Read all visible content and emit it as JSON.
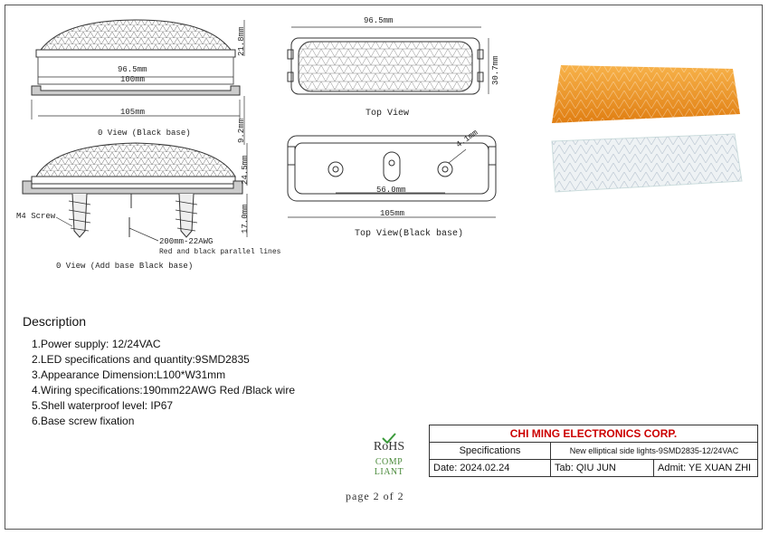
{
  "drawings": {
    "side_top": {
      "w_inner": "96.5mm",
      "w_mid": "100mm",
      "w_outer": "105mm",
      "h_top": "21.8mm",
      "h_base": "9.2mm",
      "caption": "0 View (Black base)"
    },
    "top_view": {
      "w": "96.5mm",
      "h": "30.7mm",
      "caption": "Top View"
    },
    "side_bottom": {
      "h_top": "24.5mm",
      "h_screw": "17.0mm",
      "screw": "M4 Screw",
      "wire": "200mm-22AWG",
      "wire_note": "Red and black parallel lines",
      "caption": "0 View (Add base Black base)"
    },
    "top_view_base": {
      "hole": "4.1mm",
      "spacing": "56.0mm",
      "w": "105mm",
      "caption": "Top View(Black base)"
    }
  },
  "description": {
    "title": "Description",
    "items": [
      "1.Power supply: 12/24VAC",
      "2.LED specifications and quantity:9SMD2835",
      "3.Appearance Dimension:L100*W31mm",
      "4.Wiring specifications:190mm22AWG Red /Black wire",
      "5.Shell waterproof level: IP67",
      "6.Base screw fixation"
    ]
  },
  "rohs": {
    "mark": "RoHS",
    "sub": "COMP LIANT"
  },
  "title_block": {
    "company": "CHI MING ELECTRONICS CORP.",
    "spec_label": "Specifications",
    "spec_value": "New elliptical side lights-9SMD2835-12/24VAC",
    "date": "Date:  2024.02.24",
    "tab": "Tab:  QIU JUN",
    "admit": "Admit:  YE XUAN ZHI"
  },
  "pager": "page  2  of  2",
  "colors": {
    "amber": "#f39a2a",
    "clear": "#eef2f4",
    "corp_red": "#cc0000"
  }
}
